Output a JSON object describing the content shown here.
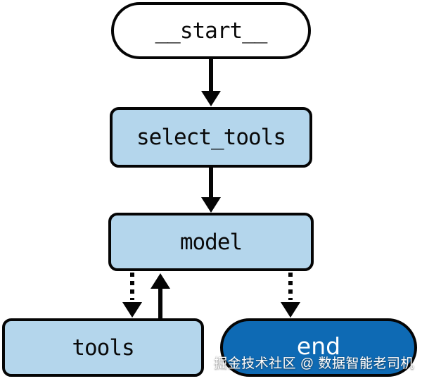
{
  "diagram": {
    "type": "flowchart",
    "title": "agent graph: start -> select_tools -> model -> (tools | end)",
    "nodes": [
      {
        "id": "start",
        "label": "__start__",
        "shape": "pill",
        "fill": "#ffffff",
        "text_color": "#0a0a0a"
      },
      {
        "id": "select_tools",
        "label": "select_tools",
        "shape": "rect",
        "fill": "#b4d6ec",
        "text_color": "#0a0a0a"
      },
      {
        "id": "model",
        "label": "model",
        "shape": "rect",
        "fill": "#b4d6ec",
        "text_color": "#0a0a0a"
      },
      {
        "id": "tools",
        "label": "tools",
        "shape": "rect",
        "fill": "#b4d6ec",
        "text_color": "#0a0a0a"
      },
      {
        "id": "end",
        "label": "end",
        "shape": "pill",
        "fill": "#0e6ab4",
        "text_color": "#ffffff"
      }
    ],
    "edges": [
      {
        "from": "start",
        "to": "select_tools",
        "style": "solid"
      },
      {
        "from": "select_tools",
        "to": "model",
        "style": "solid"
      },
      {
        "from": "model",
        "to": "tools",
        "style": "dashed"
      },
      {
        "from": "tools",
        "to": "model",
        "style": "solid"
      },
      {
        "from": "model",
        "to": "end",
        "style": "dashed"
      }
    ],
    "colors": {
      "background": "#ffffff",
      "border": "#050505",
      "edge": "#050505",
      "node_fill_light": "#b4d6ec",
      "node_fill_end": "#0e6ab4",
      "label_dark": "#0a0a0a",
      "label_light": "#ffffff"
    }
  },
  "watermark": {
    "text": "掘金技术社区 @ 数据智能老司机",
    "color": "#ffffff"
  }
}
